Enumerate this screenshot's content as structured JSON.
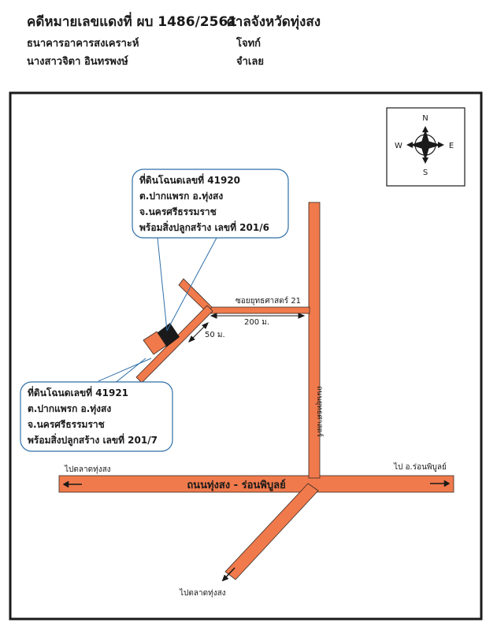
{
  "header": {
    "case_number": "คดีหมายเลขแดงที่ ผบ 1486/2561",
    "court": "ศาลจังหวัดทุ่งสง",
    "plaintiff": "ธนาคารอาคารสงเคราะห์",
    "plaintiff_role": "โจทก์",
    "defendant": "นางสาวจิตา อินทรพงษ์",
    "defendant_role": "จำเลย"
  },
  "compass": {
    "north": "N",
    "south": "S",
    "east": "E",
    "west": "W"
  },
  "callouts": {
    "plot_41920": [
      "ที่ดินโฉนดเลขที่ 41920",
      "ต.ปากแพรก อ.ทุ่งสง",
      "จ.นครศรีธรรมราช",
      "พร้อมสิ่งปลูกสร้าง เลขที่ 201/6"
    ],
    "plot_41921": [
      "ที่ดินโฉนดเลขที่ 41921",
      "ต.ปากแพรก อ.ทุ่งสง",
      "จ.นครศรีธรรมราช",
      "พร้อมสิ่งปลูกสร้าง เลขที่ 201/7"
    ]
  },
  "roads": {
    "main_road": "ถนนทุ่งสง - ร่อนพิบูลย์",
    "soi_name": "ซอยยุทธศาสตร์ 21",
    "vertical_road": "ถนนยุทธศาสตร์",
    "to_market_left": "ไปตลาดทุ่งสง",
    "to_ron_phibun": "ไป อ.ร่อนพิบูลย์",
    "to_market_bottom": "ไปตลาดทุ่งสง"
  },
  "distances": {
    "soi_length": "200 ม.",
    "lane_length": "50 ม."
  },
  "colors": {
    "road": "#f07a4c",
    "road_stroke": "#3a2a22",
    "border": "#1a1a1a",
    "callout": "#2f6fa8"
  }
}
